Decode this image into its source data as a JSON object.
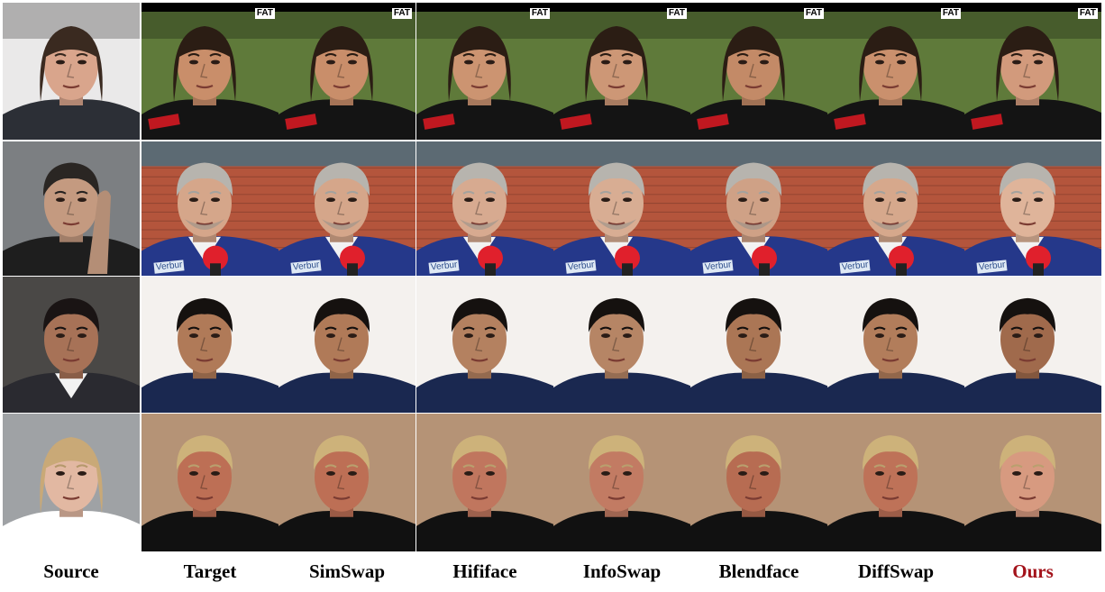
{
  "columns": [
    {
      "label": "Source",
      "color": "#000000"
    },
    {
      "label": "Target",
      "color": "#000000"
    },
    {
      "label": "SimSwap",
      "color": "#000000"
    },
    {
      "label": "Hififace",
      "color": "#000000"
    },
    {
      "label": "InfoSwap",
      "color": "#000000"
    },
    {
      "label": "Blendface",
      "color": "#000000"
    },
    {
      "label": "DiffSwap",
      "color": "#000000"
    },
    {
      "label": "Ours",
      "color": "#a3121a"
    }
  ],
  "rows": [
    {
      "name": "row-1",
      "source": {
        "bg": "#eae9e9",
        "skin": "#d9a58c",
        "hair": "#3a2a20",
        "cloth": "#2c2f36",
        "face": "young-man"
      },
      "target": {
        "bg": "#5f7a3a",
        "skin": "#c98e6a",
        "hair": "#2b1d14",
        "cloth": "#141414",
        "accent": "#c01820",
        "badge": "FAT",
        "face": "woman-ponytail"
      },
      "ours_skin": "#d29a7c",
      "ours_face": "young-man-swap"
    },
    {
      "name": "row-2",
      "source": {
        "bg": "#7c7f82",
        "skin": "#c49a80",
        "hair": "#2a2623",
        "cloth": "#1e1e1e",
        "face": "man-hand"
      },
      "target": {
        "bg": "#b4553c",
        "skin": "#d5a68a",
        "hair": "#b7b4ae",
        "cloth": "#25388a",
        "accent": "#e0202c",
        "mic_text": "Verbur",
        "face": "grey-man-mic"
      },
      "ours_skin": "#dfb49a",
      "ours_face": "grey-man-swap"
    },
    {
      "name": "row-3",
      "source": {
        "bg": "#4a4846",
        "skin": "#a77257",
        "hair": "#1a1414",
        "cloth": "#2a2a30",
        "face": "heavy-man"
      },
      "target": {
        "bg": "#f4f1ee",
        "skin": "#b07a58",
        "hair": "#15110f",
        "cloth": "#1a2850",
        "face": "asian-man"
      },
      "ours_skin": "#a06a4c",
      "ours_face": "heavy-man-swap"
    },
    {
      "name": "row-4",
      "source": {
        "bg": "#9fa2a5",
        "skin": "#e2b8a2",
        "hair": "#c9a977",
        "cloth": "#ffffff",
        "face": "blonde-woman"
      },
      "target": {
        "bg": "#b59376",
        "skin": "#bd6f55",
        "hair": "#cdb27a",
        "cloth": "#111111",
        "face": "blonde-man"
      },
      "ours_skin": "#d79a80",
      "ours_face": "blonde-woman-swap"
    }
  ],
  "method_tints": {
    "SimSwap": 0.0,
    "Hififace": 0.05,
    "InfoSwap": 0.08,
    "Blendface": -0.03,
    "DiffSwap": 0.02
  }
}
